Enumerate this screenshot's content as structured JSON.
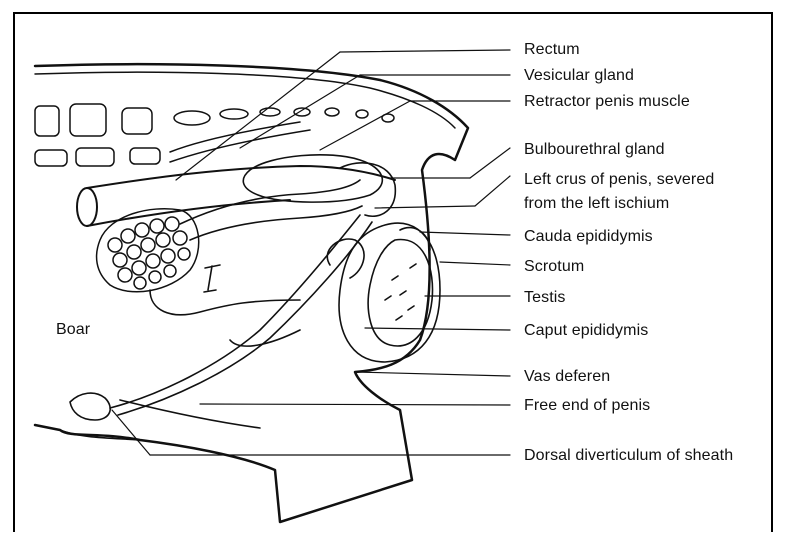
{
  "diagram": {
    "subject_label": "Boar",
    "labels": [
      {
        "id": "rectum",
        "text": "Rectum"
      },
      {
        "id": "vesicular-gland",
        "text": "Vesicular gland"
      },
      {
        "id": "retractor-penis-muscle",
        "text": "Retractor penis muscle"
      },
      {
        "id": "bulbourethral-gland",
        "text": "Bulbourethral gland"
      },
      {
        "id": "left-crus-line1",
        "text": "Left crus of penis, severed"
      },
      {
        "id": "left-crus-line2",
        "text": "from the left ischium"
      },
      {
        "id": "cauda-epididymis",
        "text": "Cauda epididymis"
      },
      {
        "id": "scrotum",
        "text": "Scrotum"
      },
      {
        "id": "testis",
        "text": "Testis"
      },
      {
        "id": "caput-epididymis",
        "text": "Caput epididymis"
      },
      {
        "id": "vas-deferen",
        "text": "Vas deferen"
      },
      {
        "id": "free-end-of-penis",
        "text": "Free end of penis"
      },
      {
        "id": "dorsal-diverticulum",
        "text": "Dorsal diverticulum of sheath"
      }
    ]
  }
}
